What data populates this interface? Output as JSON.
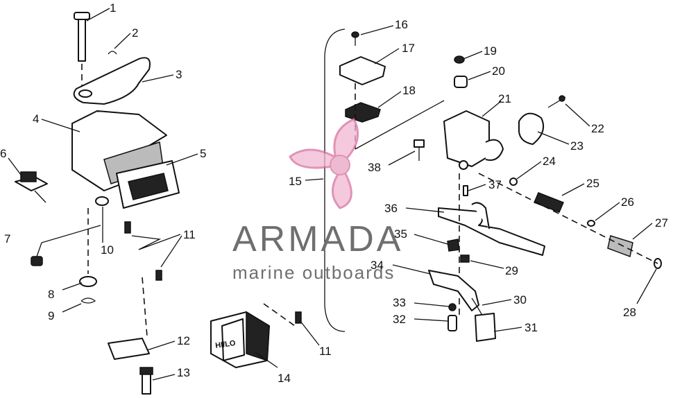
{
  "diagram": {
    "labels": [
      "1",
      "2",
      "3",
      "4",
      "5",
      "6",
      "7",
      "8",
      "9",
      "10",
      "11",
      "11",
      "11",
      "12",
      "13",
      "14",
      "15",
      "16",
      "17",
      "18",
      "19",
      "20",
      "21",
      "22",
      "23",
      "24",
      "25",
      "26",
      "27",
      "28",
      "29",
      "30",
      "31",
      "32",
      "33",
      "34",
      "35",
      "36",
      "37",
      "38"
    ],
    "hi_lo_plate": "HI/LO"
  },
  "watermark": {
    "brand": "ARMADA",
    "tagline": "marine outboards"
  }
}
